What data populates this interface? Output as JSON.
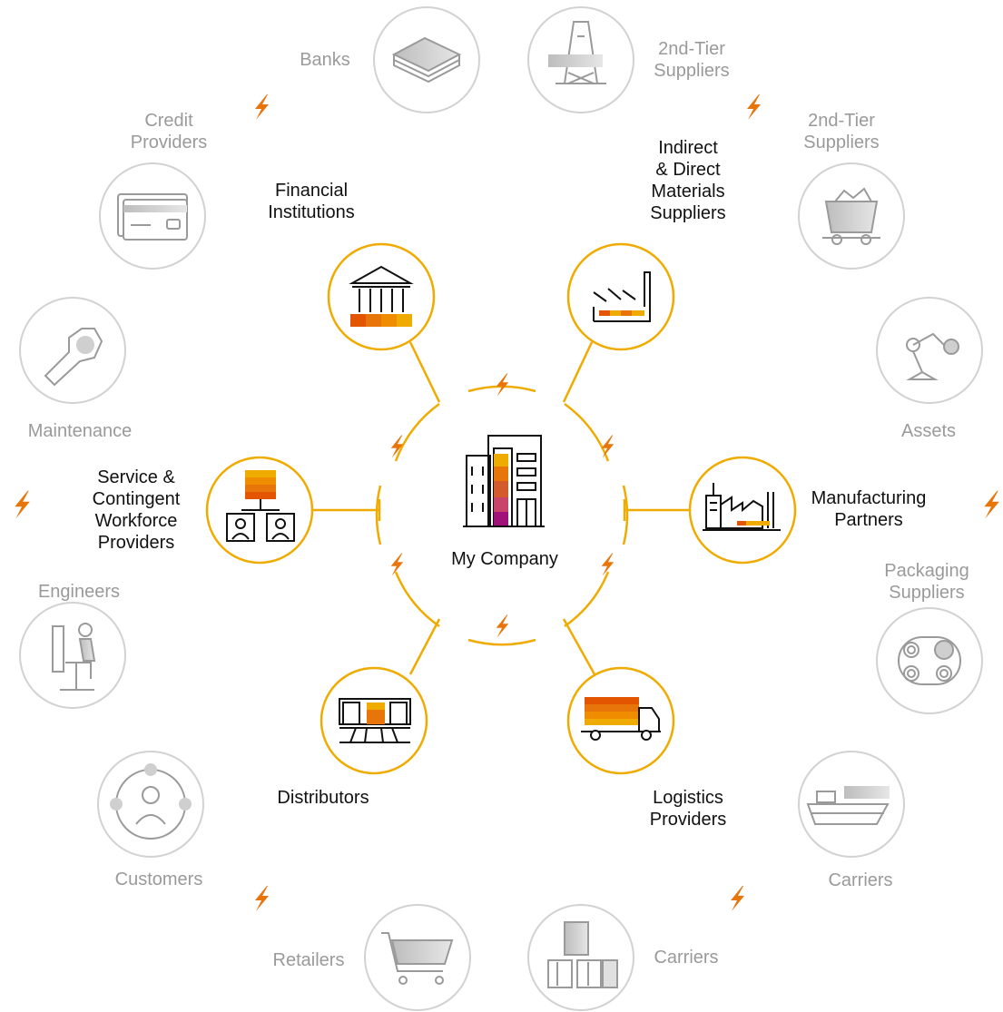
{
  "center": {
    "label": "My Company"
  },
  "primary_partners": [
    {
      "id": "financial",
      "label": "Financial\nInstitutions",
      "icon": "bank-building-icon"
    },
    {
      "id": "materials",
      "label": "Indirect\n& Direct\nMaterials\nSuppliers",
      "icon": "factory-icon"
    },
    {
      "id": "manufacturing",
      "label": "Manufacturing\nPartners",
      "icon": "manufacturing-plant-icon"
    },
    {
      "id": "logistics",
      "label": "Logistics\nProviders",
      "icon": "truck-icon"
    },
    {
      "id": "distributors",
      "label": "Distributors",
      "icon": "warehouse-icon"
    },
    {
      "id": "service",
      "label": "Service &\nContingent\nWorkforce\nProviders",
      "icon": "workforce-org-chart-icon"
    }
  ],
  "secondary_partners": [
    {
      "id": "banks",
      "label": "Banks",
      "icon": "money-stack-icon"
    },
    {
      "id": "tier2-a",
      "label": "2nd-Tier\nSuppliers",
      "icon": "oil-rig-icon"
    },
    {
      "id": "tier2-b",
      "label": "2nd-Tier\nSuppliers",
      "icon": "mine-cart-icon"
    },
    {
      "id": "assets",
      "label": "Assets",
      "icon": "robot-arm-icon"
    },
    {
      "id": "packaging",
      "label": "Packaging\nSuppliers",
      "icon": "conveyor-rolls-icon"
    },
    {
      "id": "carriers-ship",
      "label": "Carriers",
      "icon": "cargo-ship-icon"
    },
    {
      "id": "carriers-containers",
      "label": "Carriers",
      "icon": "containers-icon"
    },
    {
      "id": "retailers",
      "label": "Retailers",
      "icon": "shopping-cart-icon"
    },
    {
      "id": "customers",
      "label": "Customers",
      "icon": "customer-network-icon"
    },
    {
      "id": "engineers",
      "label": "Engineers",
      "icon": "engineer-at-desk-icon"
    },
    {
      "id": "maintenance",
      "label": "Maintenance",
      "icon": "wrench-icon"
    },
    {
      "id": "credit",
      "label": "Credit\nProviders",
      "icon": "credit-card-icon"
    }
  ],
  "disruption_icon": "lightning-bolt-icon",
  "colors": {
    "primary_ring": "#f0ab00",
    "secondary_ring": "#d2d2d2",
    "disruption": "#e8750a",
    "accent_dark_orange": "#e35500",
    "accent_magenta": "#a0127a"
  }
}
